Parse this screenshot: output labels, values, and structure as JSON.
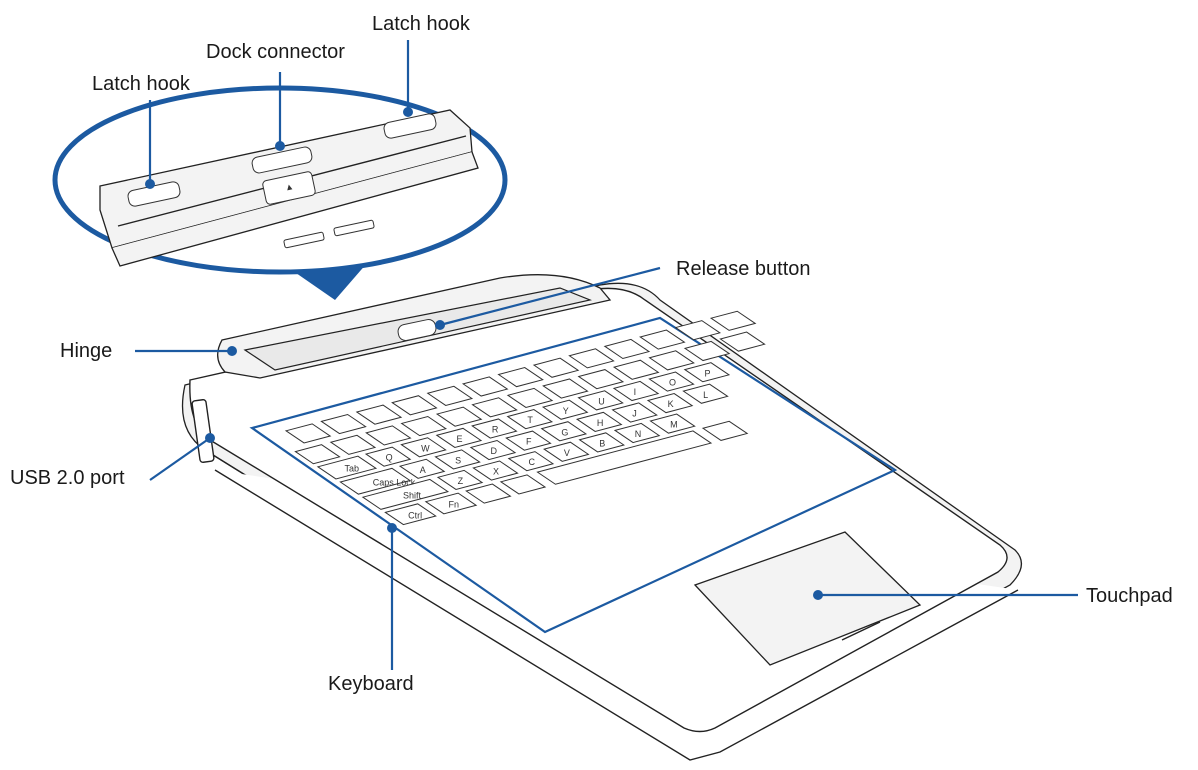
{
  "callouts": {
    "latch_hook_left": "Latch hook",
    "dock_connector": "Dock connector",
    "latch_hook_right": "Latch hook",
    "release_button": "Release button",
    "hinge": "Hinge",
    "usb_port": "USB 2.0 port",
    "touchpad": "Touchpad",
    "keyboard": "Keyboard"
  },
  "keyboard_keys": {
    "caps_lock": "Caps Lock",
    "shift": "Shift",
    "tab": "Tab",
    "ctrl": "Ctrl",
    "fn": "Fn",
    "row_q": [
      "Q",
      "W",
      "E",
      "R",
      "T",
      "Y",
      "U",
      "I",
      "O",
      "P"
    ],
    "row_a": [
      "A",
      "S",
      "D",
      "F",
      "G",
      "H",
      "J",
      "K",
      "L"
    ],
    "row_z": [
      "Z",
      "X",
      "C",
      "V",
      "B",
      "N",
      "M"
    ]
  },
  "colors": {
    "accent": "#1c5aa1",
    "line": "#222222",
    "fill": "#f3f3f3"
  }
}
